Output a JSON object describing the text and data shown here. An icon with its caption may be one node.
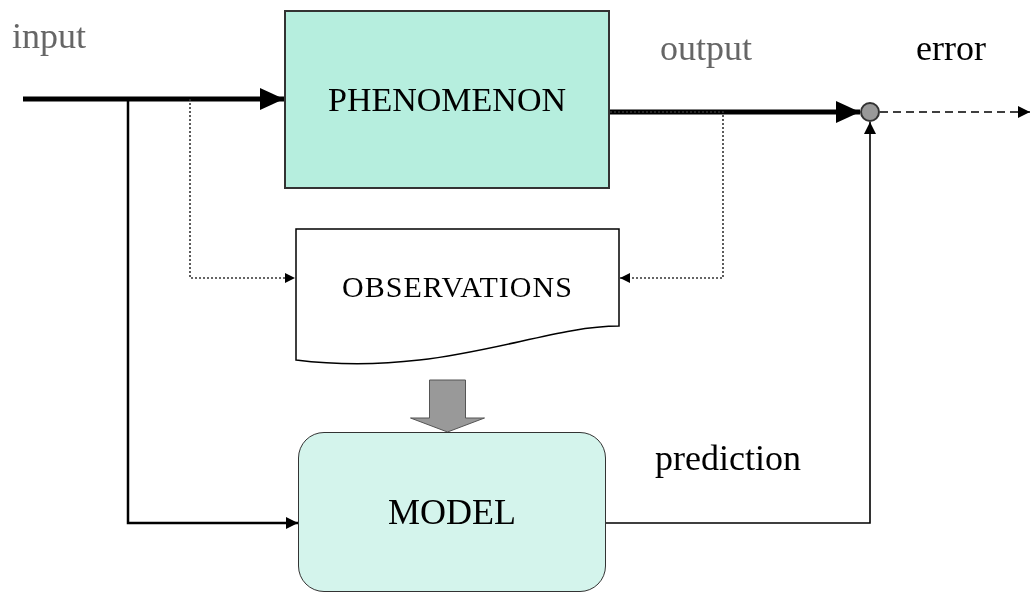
{
  "diagram": {
    "nodes": [
      {
        "text": [
          "PHENOMENON"
        ]
      },
      {
        "text": [
          "OBSERVATIONS"
        ]
      },
      {
        "text": [
          "MODEL"
        ]
      },
      {
        "text": [],
        "shape": "circle"
      }
    ],
    "edges": [
      {
        "from": null,
        "to": 0,
        "arrow": "to",
        "label": "input",
        "style": "thick"
      },
      {
        "from": null,
        "to": 1,
        "arrow": "to",
        "style": "dashed"
      },
      {
        "from": null,
        "to": 2,
        "arrow": "to"
      },
      {
        "from": 0,
        "to": 3,
        "arrow": "to",
        "label": "output",
        "style": "thick"
      },
      {
        "from": 0,
        "to": 1,
        "arrow": "to",
        "style": "dashed"
      },
      {
        "from": 1,
        "to": 2,
        "arrow": "to",
        "style": "thick",
        "color": "#999999"
      },
      {
        "from": 2,
        "to": 3,
        "arrow": "to",
        "label": "prediction"
      },
      {
        "from": 3,
        "to": null,
        "arrow": "to",
        "label": "error",
        "style": "dashed"
      }
    ]
  }
}
